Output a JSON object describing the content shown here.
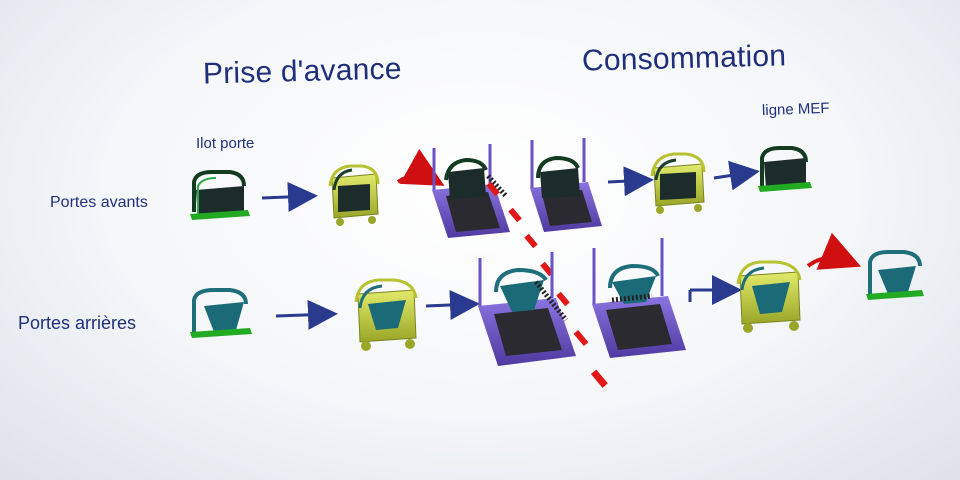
{
  "titles": {
    "left": "Prise d'avance",
    "right": "Consommation"
  },
  "labels": {
    "ilot": "Ilot porte",
    "mef": "ligne MEF",
    "row_front": "Portes avants",
    "row_back": "Portes arrières"
  },
  "colors": {
    "text": "#1f2f7a",
    "flow_arrow": "#2a3a8f",
    "transfer_arrow": "#d01010",
    "rack_frame_front": "#1f3f2a",
    "rack_frame_back": "#1f6f7a",
    "rack_base": "#22aa22",
    "trolley": "#c8d23a",
    "conveyor": "#6a52c8",
    "divider": "#e01818"
  }
}
